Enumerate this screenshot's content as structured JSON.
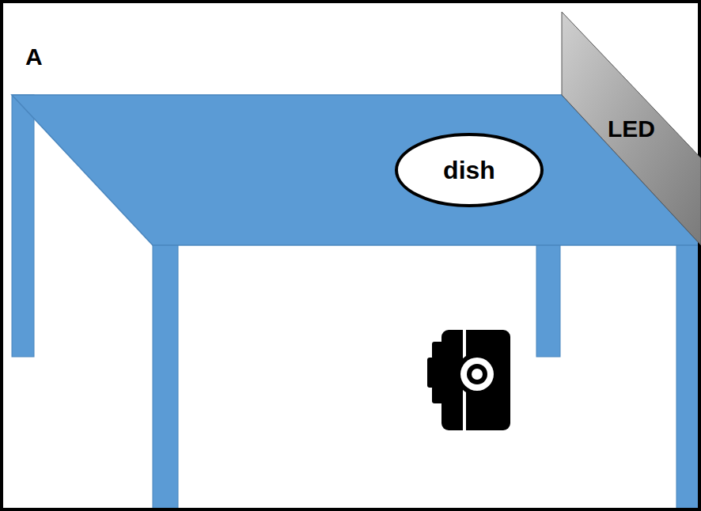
{
  "diagram": {
    "nodes": [
      {
        "text": [
          "dish"
        ]
      },
      {
        "text": [
          "LED"
        ]
      }
    ],
    "labels": [
      "A"
    ]
  }
}
